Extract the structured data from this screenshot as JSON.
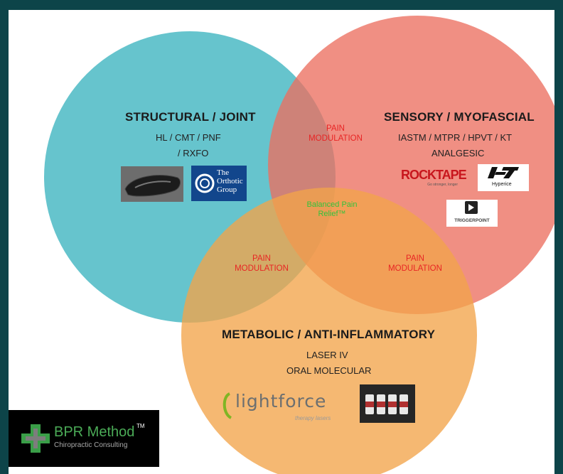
{
  "circles": [
    {
      "key": "structural",
      "color": "#4bbac4"
    },
    {
      "key": "sensory",
      "color": "#ec7060"
    },
    {
      "key": "metabolic",
      "color": "#f2a44a"
    }
  ],
  "structural": {
    "title": "STRUCTURAL / JOINT",
    "line1": "HL / CMT / PNF",
    "line2": "/ RXFO",
    "logo_orthotic_line1": "The",
    "logo_orthotic_line2": "Orthotic",
    "logo_orthotic_line3": "Group"
  },
  "sensory": {
    "title": "SENSORY / MYOFASCIAL",
    "line1": "IASTM / MTPR / HPVT / KT",
    "line2": "ANALGESIC",
    "logo_rocktape": "ROCKTAPE",
    "logo_rocktape_tag": "Go stronger, longer",
    "logo_hyperice": "Hyperice",
    "logo_triggerpoint": "TRIGGERPOINT"
  },
  "metabolic": {
    "title": "METABOLIC / ANTI-INFLAMMATORY",
    "line1": "LASER IV",
    "line2": "ORAL MOLECULAR",
    "logo_lightforce": "lightforce",
    "logo_lightforce_tag": "therapy lasers"
  },
  "overlaps": {
    "top_line1": "PAIN",
    "top_line2": "MODULATION",
    "left_line1": "PAIN",
    "left_line2": "MODULATION",
    "right_line1": "PAIN",
    "right_line2": "MODULATION",
    "center_line1": "Balanced Pain",
    "center_line2": "Relief™"
  },
  "brand": {
    "name": "BPR Method",
    "tm": "TM",
    "tagline": "Chiropractic Consulting"
  }
}
